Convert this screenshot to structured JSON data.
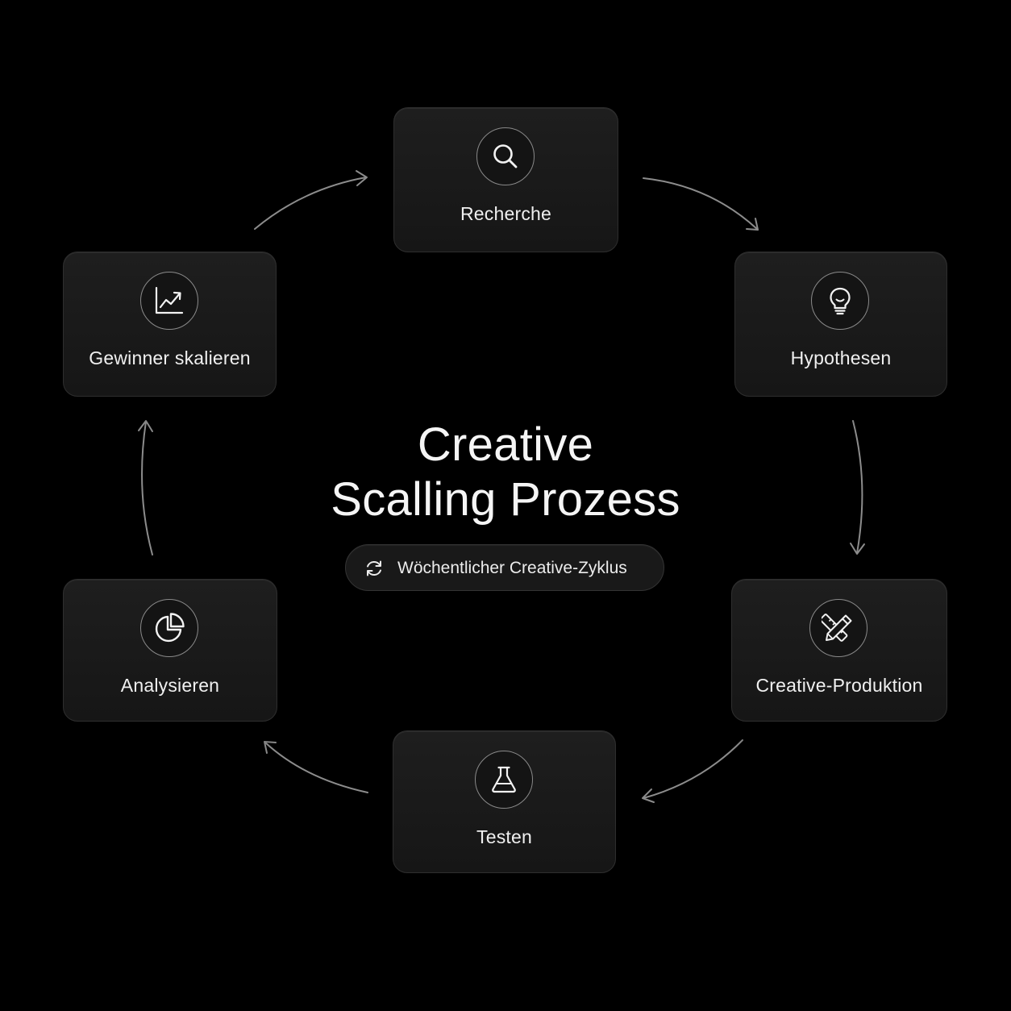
{
  "diagram": {
    "title_line1": "Creative",
    "title_line2": "Scalling Prozess",
    "cycle_label": "Wöchentlicher Creative-Zyklus",
    "cycle_icon": "refresh-icon",
    "steps": [
      {
        "label": "Recherche",
        "icon": "search-icon"
      },
      {
        "label": "Hypothesen",
        "icon": "lightbulb-icon"
      },
      {
        "label": "Creative-Produktion",
        "icon": "pencil-ruler-icon"
      },
      {
        "label": "Testen",
        "icon": "flask-icon"
      },
      {
        "label": "Analysieren",
        "icon": "pie-chart-icon"
      },
      {
        "label": "Gewinner skalieren",
        "icon": "trend-chart-icon"
      }
    ],
    "colors": {
      "background": "#000000",
      "card": "#1b1b1b",
      "card_border": "#2e2e2e",
      "text": "#f0f0f0",
      "arrow": "#8c8c8c"
    }
  }
}
